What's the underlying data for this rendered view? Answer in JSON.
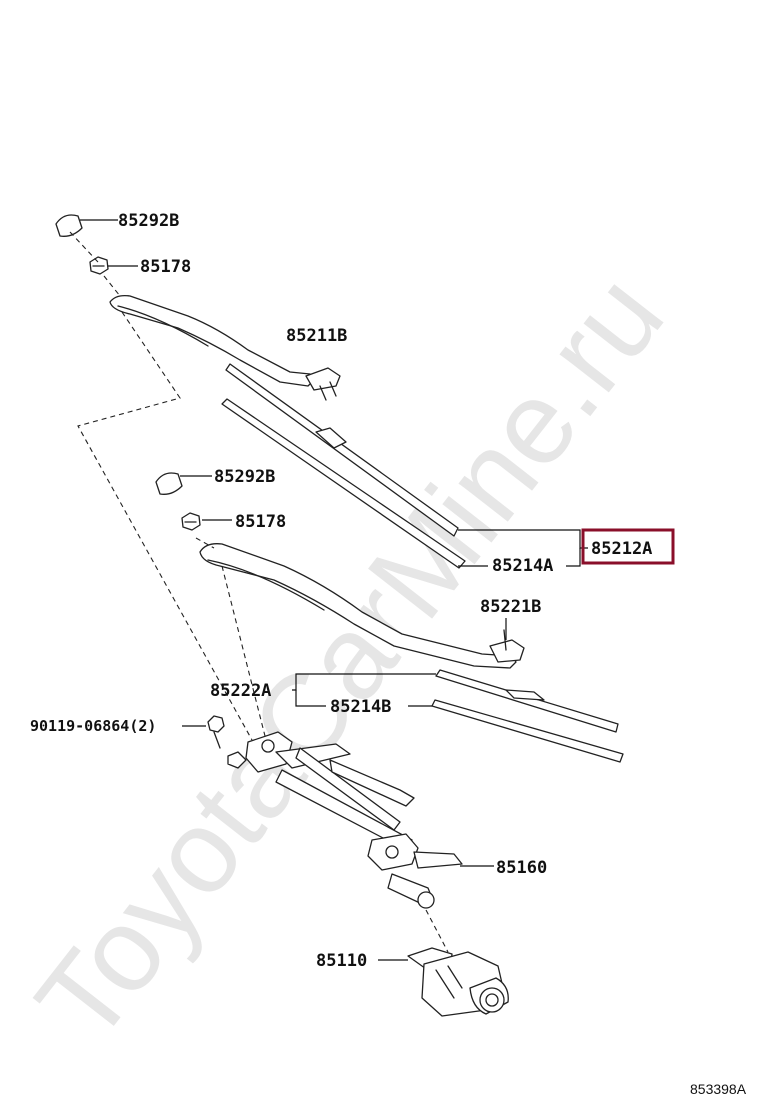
{
  "watermark": "ToyotaCarMine.ru",
  "diagram_ref": "853398A",
  "highlight_color": "#8a0f2a",
  "callouts": {
    "cap_upper": "85292B",
    "nut_upper": "85178",
    "arm_right": "85211B",
    "cap_lower": "85292B",
    "nut_lower": "85178",
    "blade_assy_highlighted": "85212A",
    "refill_a": "85214A",
    "arm_left": "85221B",
    "blade_assy_lower": "85222A",
    "refill_b": "85214B",
    "bolt": "90119-06864(2)",
    "link_assy": "85160",
    "motor": "85110"
  }
}
